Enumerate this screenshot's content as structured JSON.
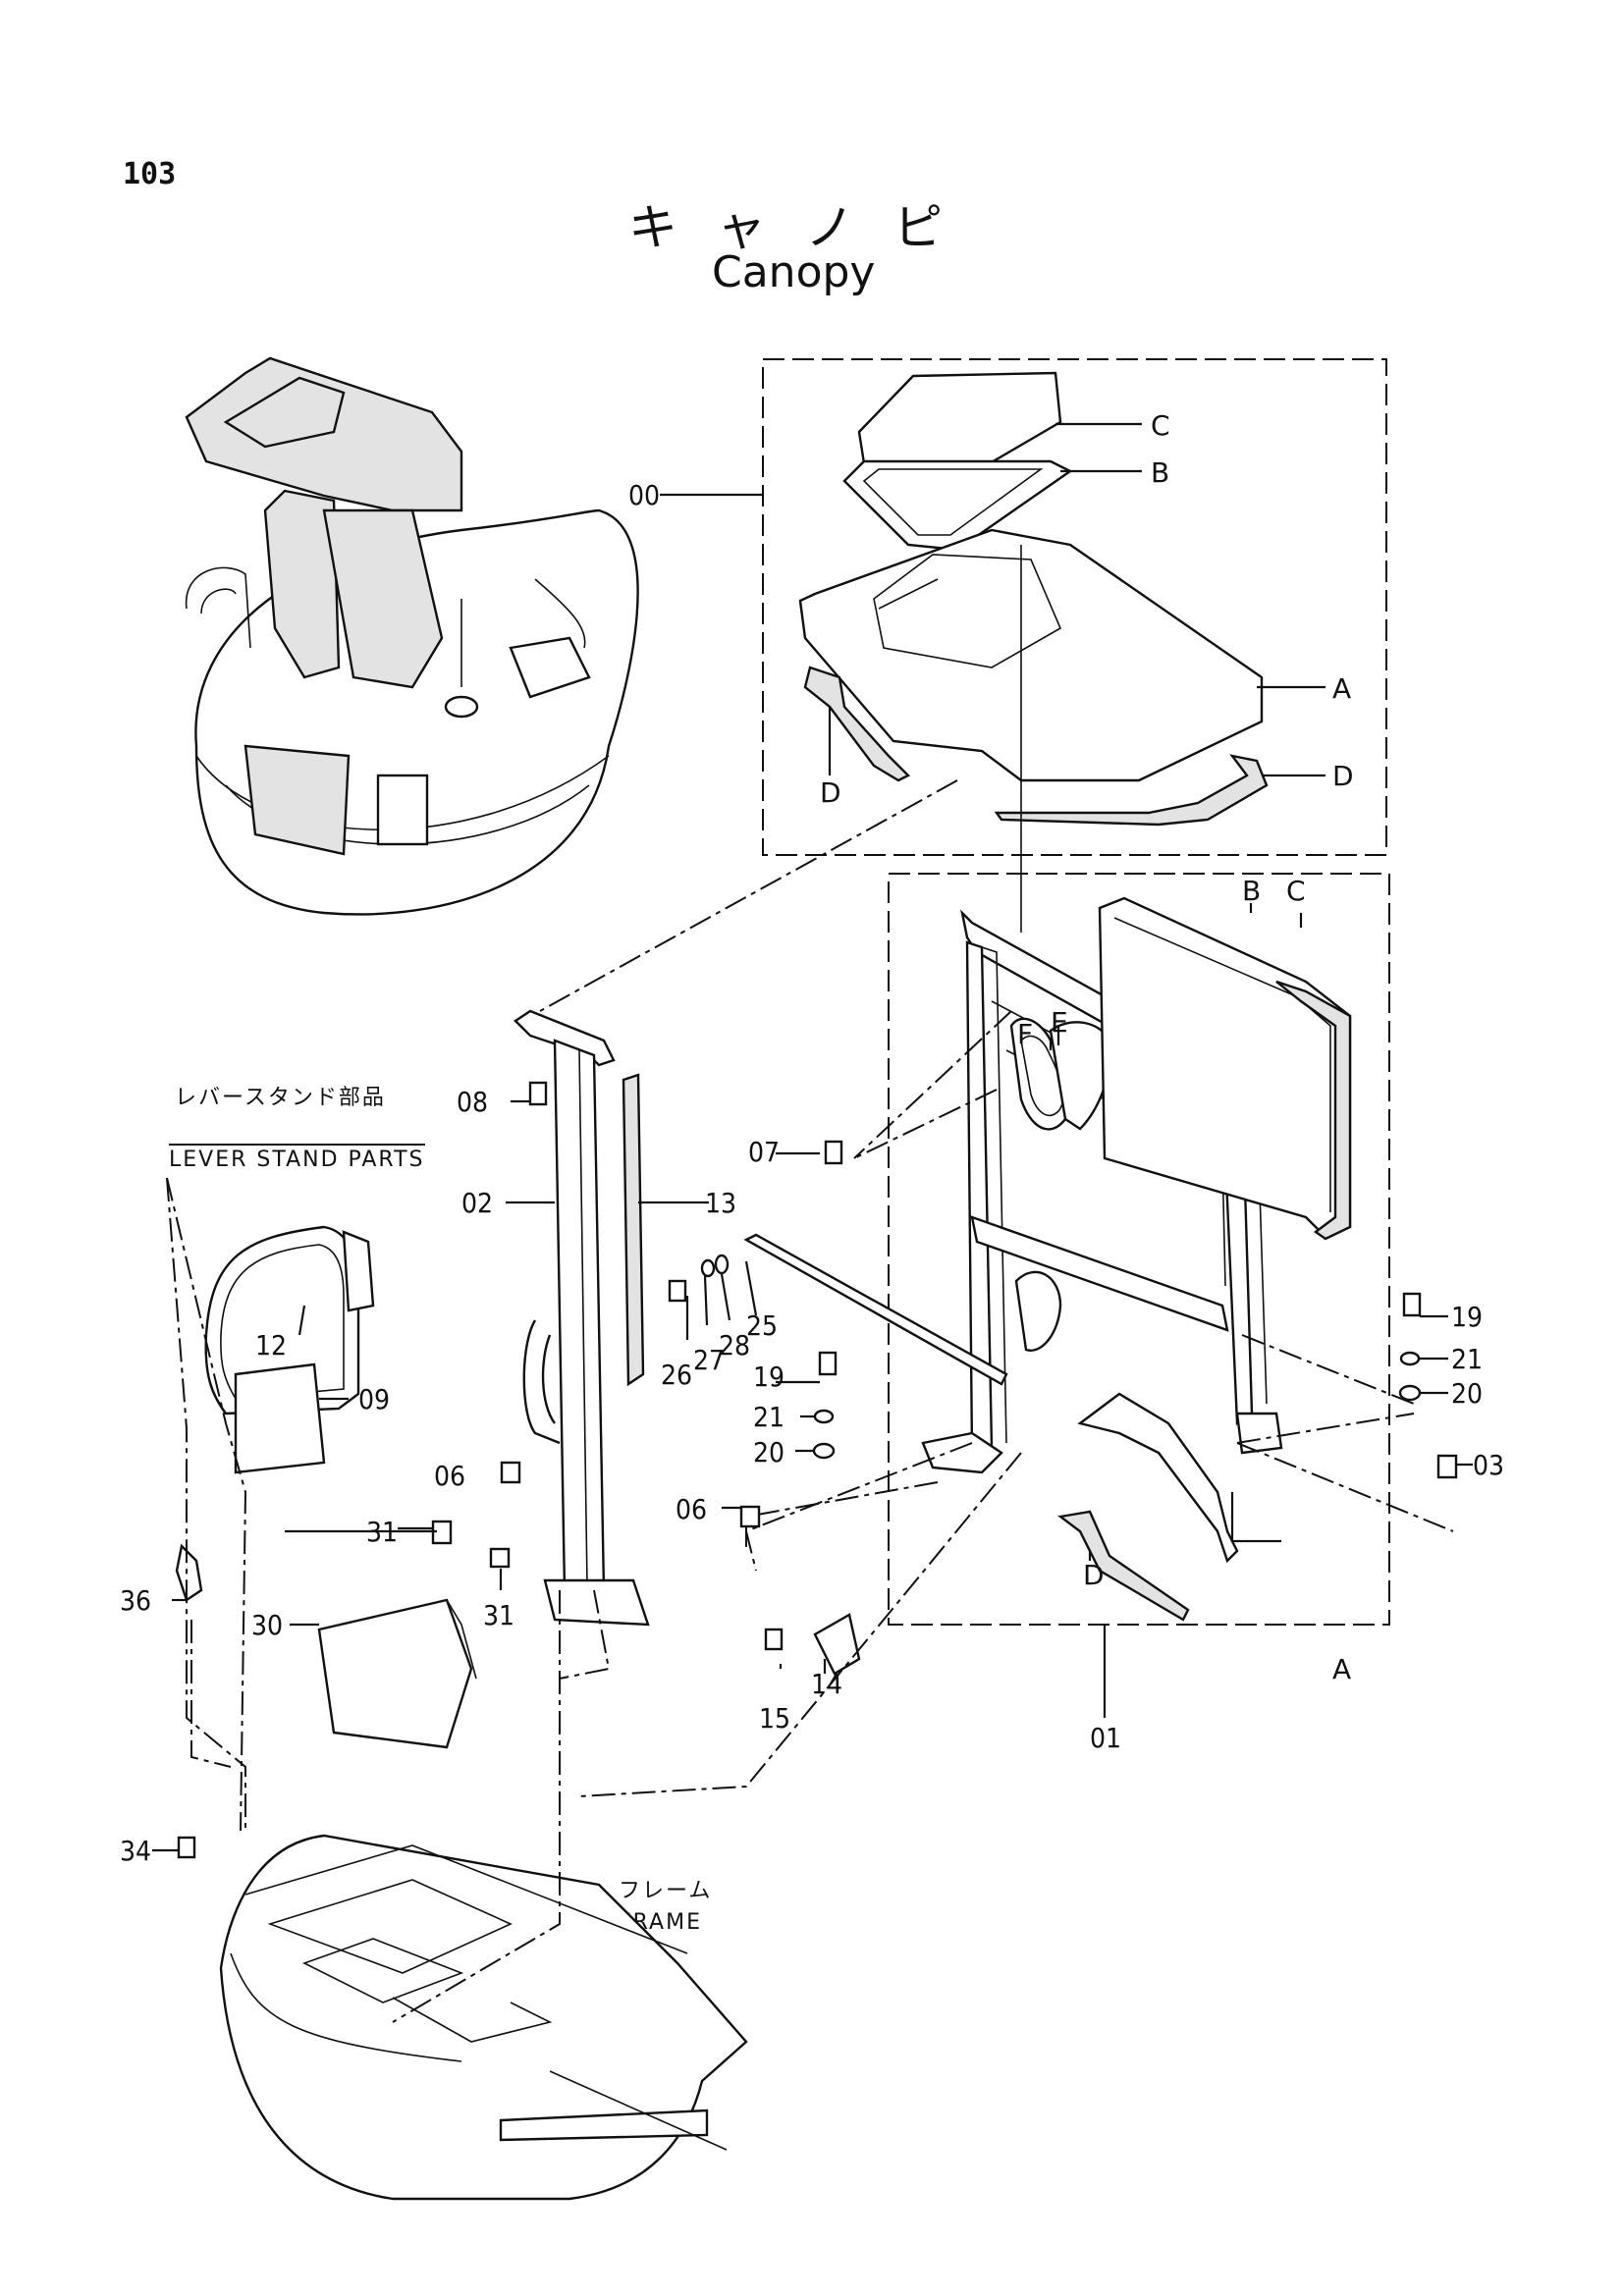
{
  "page_number": "103",
  "title_ja": "キャノピ",
  "title_en": "Canopy",
  "lever_stand_ja": "レバースタンド部品",
  "lever_stand_en": "LEVER STAND PARTS",
  "frame_ja": "フレーム",
  "frame_en": "FRAME",
  "callouts": {
    "p00": "00",
    "p01": "01",
    "p02": "02",
    "p03": "03",
    "p06a": "06",
    "p06b": "06",
    "p07": "07",
    "p08": "08",
    "p09": "09",
    "p12": "12",
    "p13": "13",
    "p14": "14",
    "p15": "15",
    "p19a": "19",
    "p19b": "19",
    "p20a": "20",
    "p20b": "20",
    "p21a": "21",
    "p21b": "21",
    "p25": "25",
    "p26": "26",
    "p27": "27",
    "p28": "28",
    "p30": "30",
    "p31a": "31",
    "p31b": "31",
    "p34": "34",
    "p36": "36"
  },
  "letters": {
    "A1": "A",
    "A2": "A",
    "B1": "B",
    "B2": "B",
    "C1": "C",
    "C2": "C",
    "D1": "D",
    "D2": "D",
    "D3": "D",
    "E": "E",
    "F": "F"
  }
}
